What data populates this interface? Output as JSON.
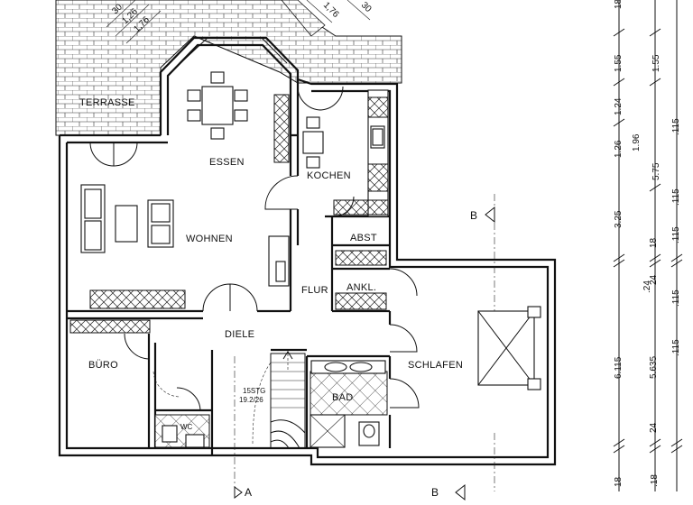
{
  "plan": {
    "rooms": {
      "terrasse": "TERRASSE",
      "essen": "ESSEN",
      "kochen": "KOCHEN",
      "wohnen": "WOHNEN",
      "abst": "ABST",
      "flur": "FLUR",
      "ankl": "ANKL.",
      "diele": "DIELE",
      "buero": "BÜRO",
      "schlafen": "SCHLAFEN",
      "bad": "BAD",
      "wc": "WC"
    },
    "stairs": {
      "count": "15STG",
      "ratio": "19.2/26"
    },
    "sections": {
      "a": "A",
      "b": "B"
    },
    "roof_dims": {
      "d1": "30",
      "d2": "1,26",
      "d3": "1,76",
      "d4": "1,76",
      "d5": "30"
    },
    "dims": {
      "col1": [
        "18",
        "1.55",
        "1.24",
        "1.26",
        "3.25",
        "18",
        "24",
        "6.115",
        "5.635",
        "24",
        "18"
      ],
      "col2": [
        "1.55",
        "1.96",
        "5.75",
        ".115",
        ".115",
        ".24",
        ".115",
        ".18"
      ],
      "col3": [
        ".115",
        ".115"
      ]
    }
  }
}
